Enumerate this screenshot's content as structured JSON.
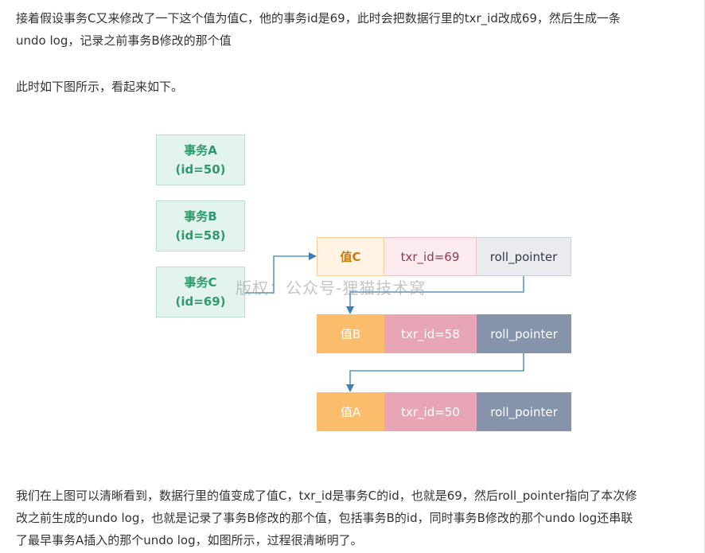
{
  "paragraphs": {
    "intro": [
      "接着假设事务C又来修改了一下这个值为值C，他的事务id是69，此时会把数据行里的txr_id改成69，然后生成一条",
      "undo log，记录之前事务B修改的那个值"
    ],
    "figure_intro": "此时如下图所示，看起来如下。",
    "conclusion": [
      "我们在上图可以清晰看到，数据行里的值变成了值C，txr_id是事务C的id，也就是69，然后roll_pointer指向了本次修",
      "改之前生成的undo log，也就是记录了事务B修改的那个值，包括事务B的id，同时事务B修改的那个undo log还串联",
      "了最早事务A插入的那个undo log，如图所示，过程很清晰明了。"
    ]
  },
  "diagram": {
    "transactions": [
      {
        "name": "事务A",
        "id_label": "(id=50)"
      },
      {
        "name": "事务B",
        "id_label": "(id=58)"
      },
      {
        "name": "事务C",
        "id_label": "(id=69)"
      }
    ],
    "rows": [
      {
        "value": "值C",
        "txr_id": "txr_id=69",
        "pointer": "roll_pointer"
      },
      {
        "value": "值B",
        "txr_id": "txr_id=58",
        "pointer": "roll_pointer"
      },
      {
        "value": "值A",
        "txr_id": "txr_id=50",
        "pointer": "roll_pointer"
      }
    ],
    "watermark": "版权：公众号-狸猫技术窝",
    "colors": {
      "transaction_bg": "#e3f4ee",
      "transaction_text": "#2e9a6c",
      "arrow": "#3a7fb5",
      "value_cell": "#fbbd6b",
      "txr_cell": "#e8a5b5",
      "pointer_cell": "#8594ab"
    }
  }
}
